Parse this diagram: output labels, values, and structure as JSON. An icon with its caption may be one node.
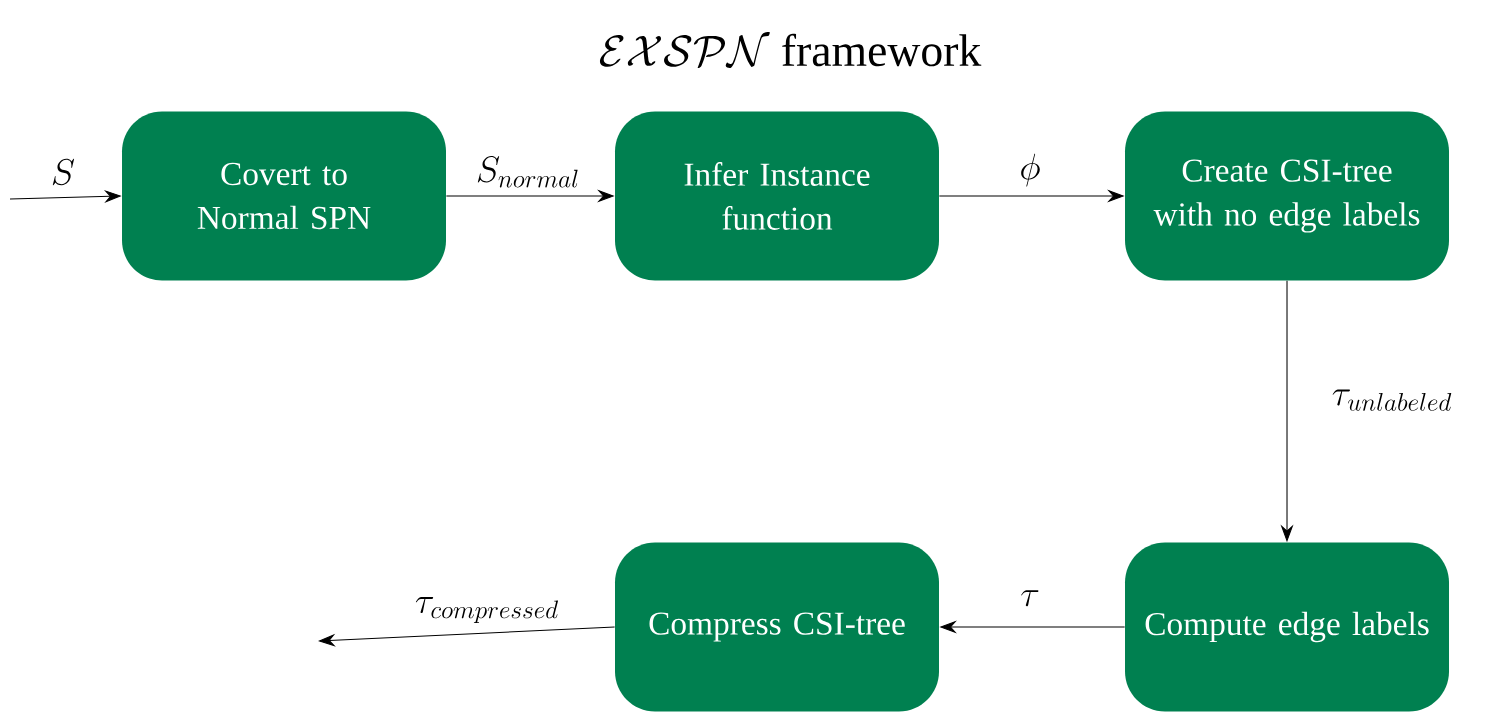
{
  "diagram": {
    "title": "\\mathcal{EXSPN}\\text{ framework}",
    "nodes": [
      {
        "text": [
          "Covert to Normal SPN"
        ]
      },
      {
        "text": [
          "Infer Instance function"
        ]
      },
      {
        "text": [
          "Create CSI-tree with no edge labels"
        ]
      },
      {
        "text": [
          "Compute edge labels"
        ]
      },
      {
        "text": [
          "Compress CSI-tree"
        ]
      }
    ],
    "edges": [
      {
        "from": null,
        "to": 0,
        "arrow": "to",
        "label": "S"
      },
      {
        "from": 0,
        "to": 1,
        "arrow": "to",
        "label": "S_{normal}"
      },
      {
        "from": 1,
        "to": 2,
        "arrow": "to",
        "label": "\\phi"
      },
      {
        "from": 2,
        "to": 3,
        "arrow": "to",
        "label": "\\tau_{unlabeled}"
      },
      {
        "from": 3,
        "to": 4,
        "arrow": "to",
        "label": "\\tau"
      },
      {
        "from": 4,
        "to": null,
        "arrow": "to",
        "label": "\\tau_{compressed}"
      }
    ]
  }
}
